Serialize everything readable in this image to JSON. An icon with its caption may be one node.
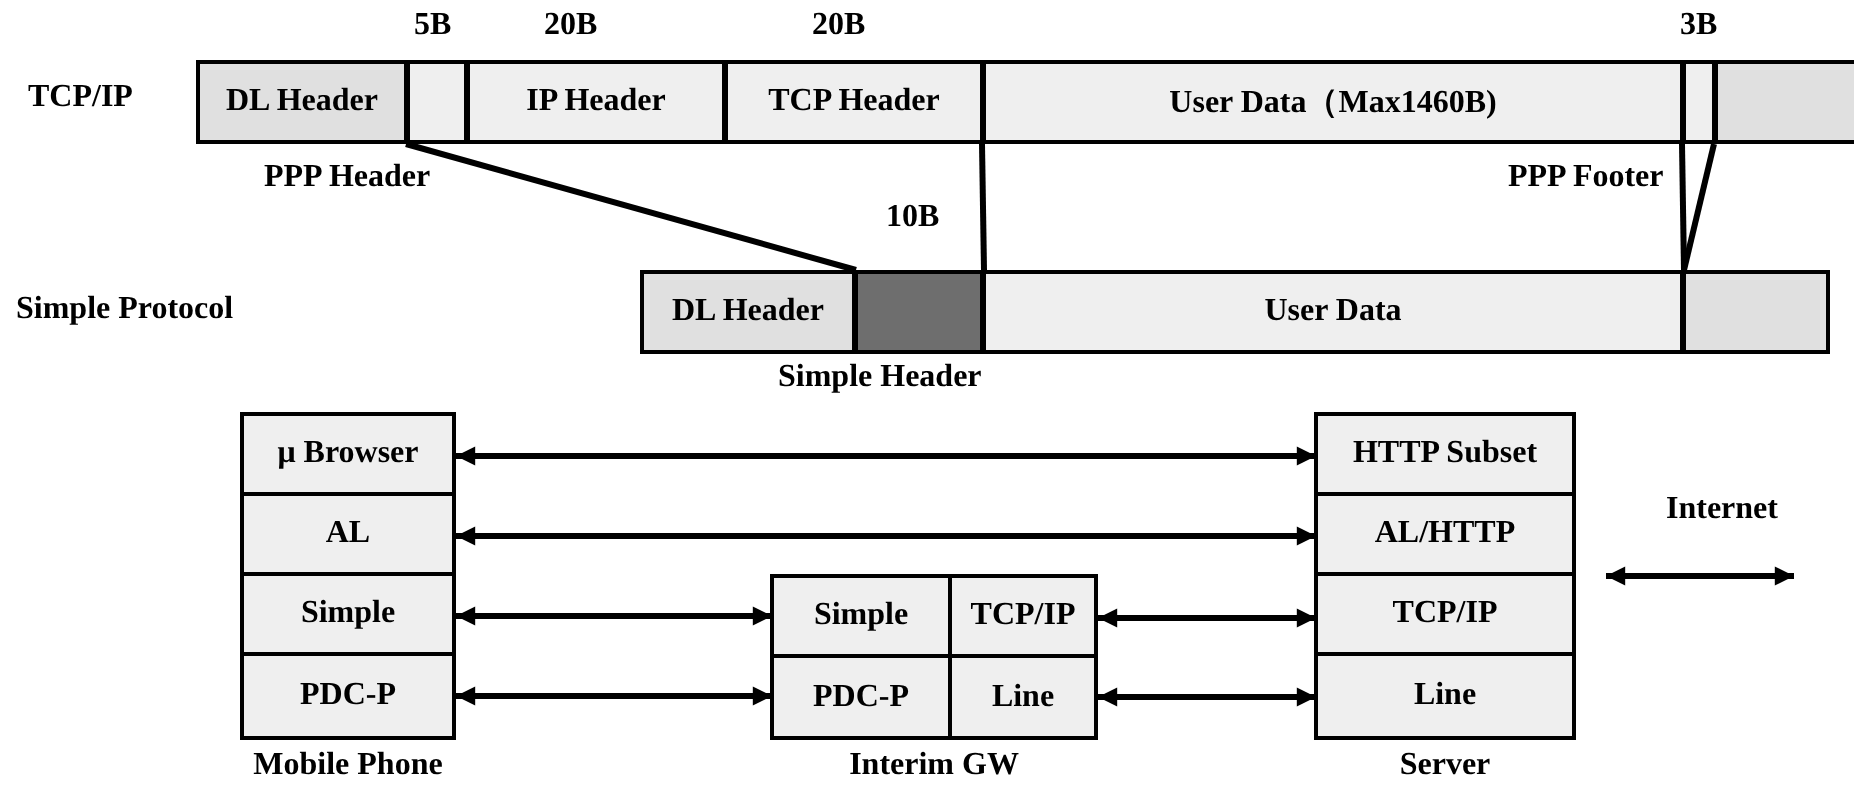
{
  "diagram": {
    "nodes": [
      {
        "text": [
          "DL Header"
        ]
      },
      {
        "text": [],
        "shape": "box",
        "beside": [
          "5B",
          "PPP Header"
        ]
      },
      {
        "text": [
          "IP Header"
        ],
        "beside": [
          "20B"
        ]
      },
      {
        "text": [
          "TCP Header"
        ],
        "beside": [
          "20B"
        ]
      },
      {
        "text": [
          "User Data（Max1460B)"
        ]
      },
      {
        "text": [],
        "shape": "box",
        "beside": [
          "3B",
          "PPP Footer"
        ]
      },
      {
        "text": [],
        "shape": "box"
      },
      {
        "text": [
          "DL Header"
        ]
      },
      {
        "text": [],
        "shape": "box",
        "beside": [
          "10B",
          "Simple Header"
        ]
      },
      {
        "text": [
          "User Data"
        ]
      },
      {
        "text": [],
        "shape": "box"
      },
      {
        "text": [
          "Mobile Phone"
        ]
      },
      {
        "text": [
          "μ  Browser"
        ],
        "in": 11
      },
      {
        "text": [
          "AL"
        ],
        "in": 11
      },
      {
        "text": [
          "Simple"
        ],
        "in": 11
      },
      {
        "text": [
          "PDC-P"
        ],
        "in": 11
      },
      {
        "text": [
          "Interim GW"
        ]
      },
      {
        "text": [
          "Simple"
        ],
        "in": 16
      },
      {
        "text": [
          "TCP/IP"
        ],
        "in": 16
      },
      {
        "text": [
          "PDC-P"
        ],
        "in": 16
      },
      {
        "text": [
          "Line"
        ],
        "in": 16
      },
      {
        "text": [
          "Server"
        ]
      },
      {
        "text": [
          "HTTP Subset"
        ],
        "in": 21
      },
      {
        "text": [
          "AL/HTTP"
        ],
        "in": 21
      },
      {
        "text": [
          "TCP/IP"
        ],
        "in": 21
      },
      {
        "text": [
          "Line"
        ],
        "in": 21
      }
    ],
    "edges": [
      {
        "from": 1,
        "to": 8,
        "arrow": "none"
      },
      {
        "from": 4,
        "to": 9,
        "arrow": "none"
      },
      {
        "from": 4,
        "to": 10,
        "arrow": "none"
      },
      {
        "from": 5,
        "to": 10,
        "arrow": "none"
      },
      {
        "from": 12,
        "to": 22,
        "arrow": "both"
      },
      {
        "from": 13,
        "to": 23,
        "arrow": "both"
      },
      {
        "from": 14,
        "to": 17,
        "arrow": "both"
      },
      {
        "from": 15,
        "to": 19,
        "arrow": "both"
      },
      {
        "from": 18,
        "to": 24,
        "arrow": "both"
      },
      {
        "from": 20,
        "to": 25,
        "arrow": "both"
      }
    ],
    "labels": [
      "TCP/IP",
      "Simple Protocol",
      "Internet"
    ]
  }
}
